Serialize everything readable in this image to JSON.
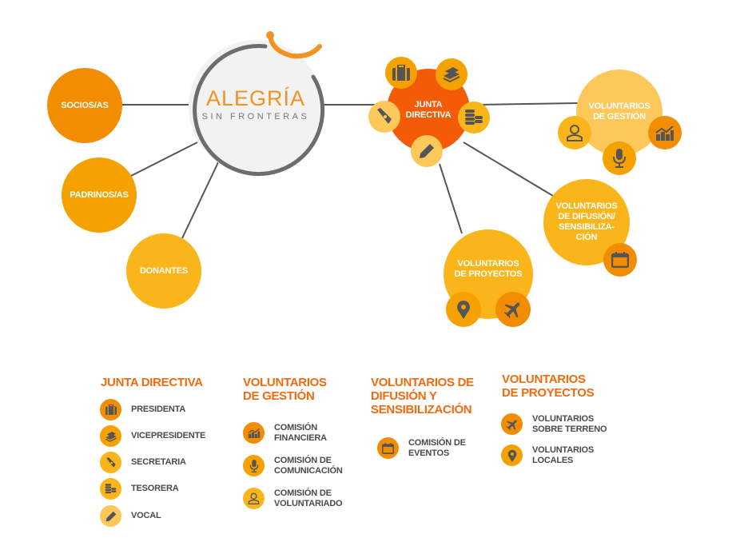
{
  "colors": {
    "dark_orange": "#f28c00",
    "orange": "#f5a100",
    "amber": "#f9b51a",
    "light_yellow": "#fcc85a",
    "red_orange": "#f45b06",
    "icon_gray": "#555555",
    "title_orange": "#f26a10",
    "line_gray": "#555555"
  },
  "logo": {
    "title": "ALEGRÍA",
    "subtitle": "SIN FRONTERAS"
  },
  "nodes": {
    "socios": "SOCIOS/AS",
    "padrinos": "PADRINOS/AS",
    "donantes": "DONANTES",
    "junta": "JUNTA\nDIRECTIVA",
    "gestion": "VOLUNTARIOS\nDE GESTIÓN",
    "difusion": "VOLUNTARIOS\nDE DIFUSIÓN/\nSENSIBILIZA-\nCIÓN",
    "proyectos": "VOLUNTARIOS\nDE PROYECTOS"
  },
  "legend": {
    "junta": {
      "title": "JUNTA DIRECTIVA",
      "items": [
        {
          "icon": "briefcase-icon",
          "label": "PRESIDENTA"
        },
        {
          "icon": "books-icon",
          "label": "VICEPRESIDENTE"
        },
        {
          "icon": "fountain-pen-icon",
          "label": "SECRETARIA"
        },
        {
          "icon": "coins-icon",
          "label": "TESORERA"
        },
        {
          "icon": "pencil-icon",
          "label": "VOCAL"
        }
      ]
    },
    "gestion": {
      "title": "VOLUNTARIOS\nDE GESTIÓN",
      "items": [
        {
          "icon": "chart-icon",
          "label": "COMISIÓN\nFINANCIERA"
        },
        {
          "icon": "microphone-icon",
          "label": "COMISIÓN DE\nCOMUNICACIÓN"
        },
        {
          "icon": "user-icon",
          "label": "COMISIÓN DE\nVOLUNTARIADO"
        }
      ]
    },
    "difusion": {
      "title": "VOLUNTARIOS DE\nDIFUSIÓN Y\nSENSIBILIZACIÓN",
      "items": [
        {
          "icon": "calendar-icon",
          "label": "COMISIÓN DE\nEVENTOS"
        }
      ]
    },
    "proyectos": {
      "title": "VOLUNTARIOS\nDE PROYECTOS",
      "items": [
        {
          "icon": "airplane-icon",
          "label": "VOLUNTARIOS\nSOBRE TERRENO"
        },
        {
          "icon": "location-pin-icon",
          "label": "VOLUNTARIOS\nLOCALES"
        }
      ]
    }
  }
}
